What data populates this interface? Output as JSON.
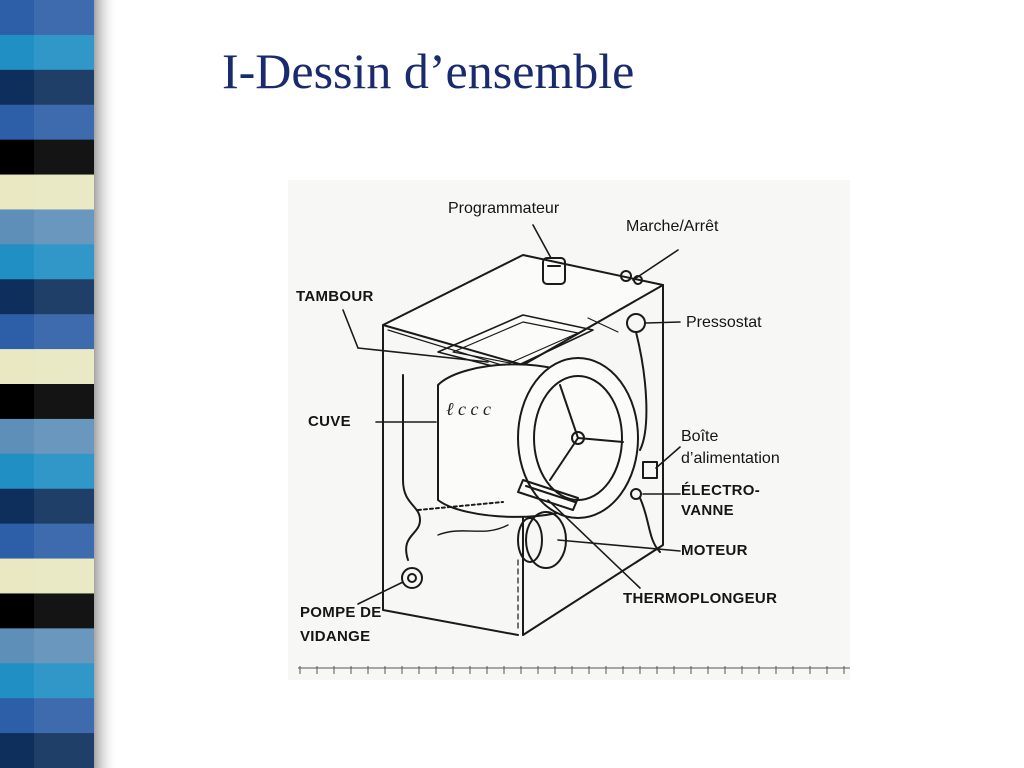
{
  "slide": {
    "title": "I-Dessin d’ensemble"
  },
  "decor": {
    "stripe_colors": [
      "#2d5fa8",
      "#1f8fc4",
      "#0e2f5c",
      "#000000",
      "#e9e8c2",
      "#5e8fb8"
    ]
  },
  "diagram": {
    "labels": {
      "programmateur": "Programmateur",
      "marche_arret": "Marche/Arrêt",
      "tambour": "TAMBOUR",
      "pressostat": "Pressostat",
      "cuve": "CUVE",
      "boite_line1": "Boîte",
      "boite_line2": "d’alimentation",
      "electrovanne_line1": "ÉLECTRO-",
      "electrovanne_line2": "VANNE",
      "moteur": "MOTEUR",
      "thermoplongeur": "THERMOPLONGEUR",
      "pompe_line1": "POMPE DE",
      "pompe_line2": "VIDANGE"
    }
  }
}
